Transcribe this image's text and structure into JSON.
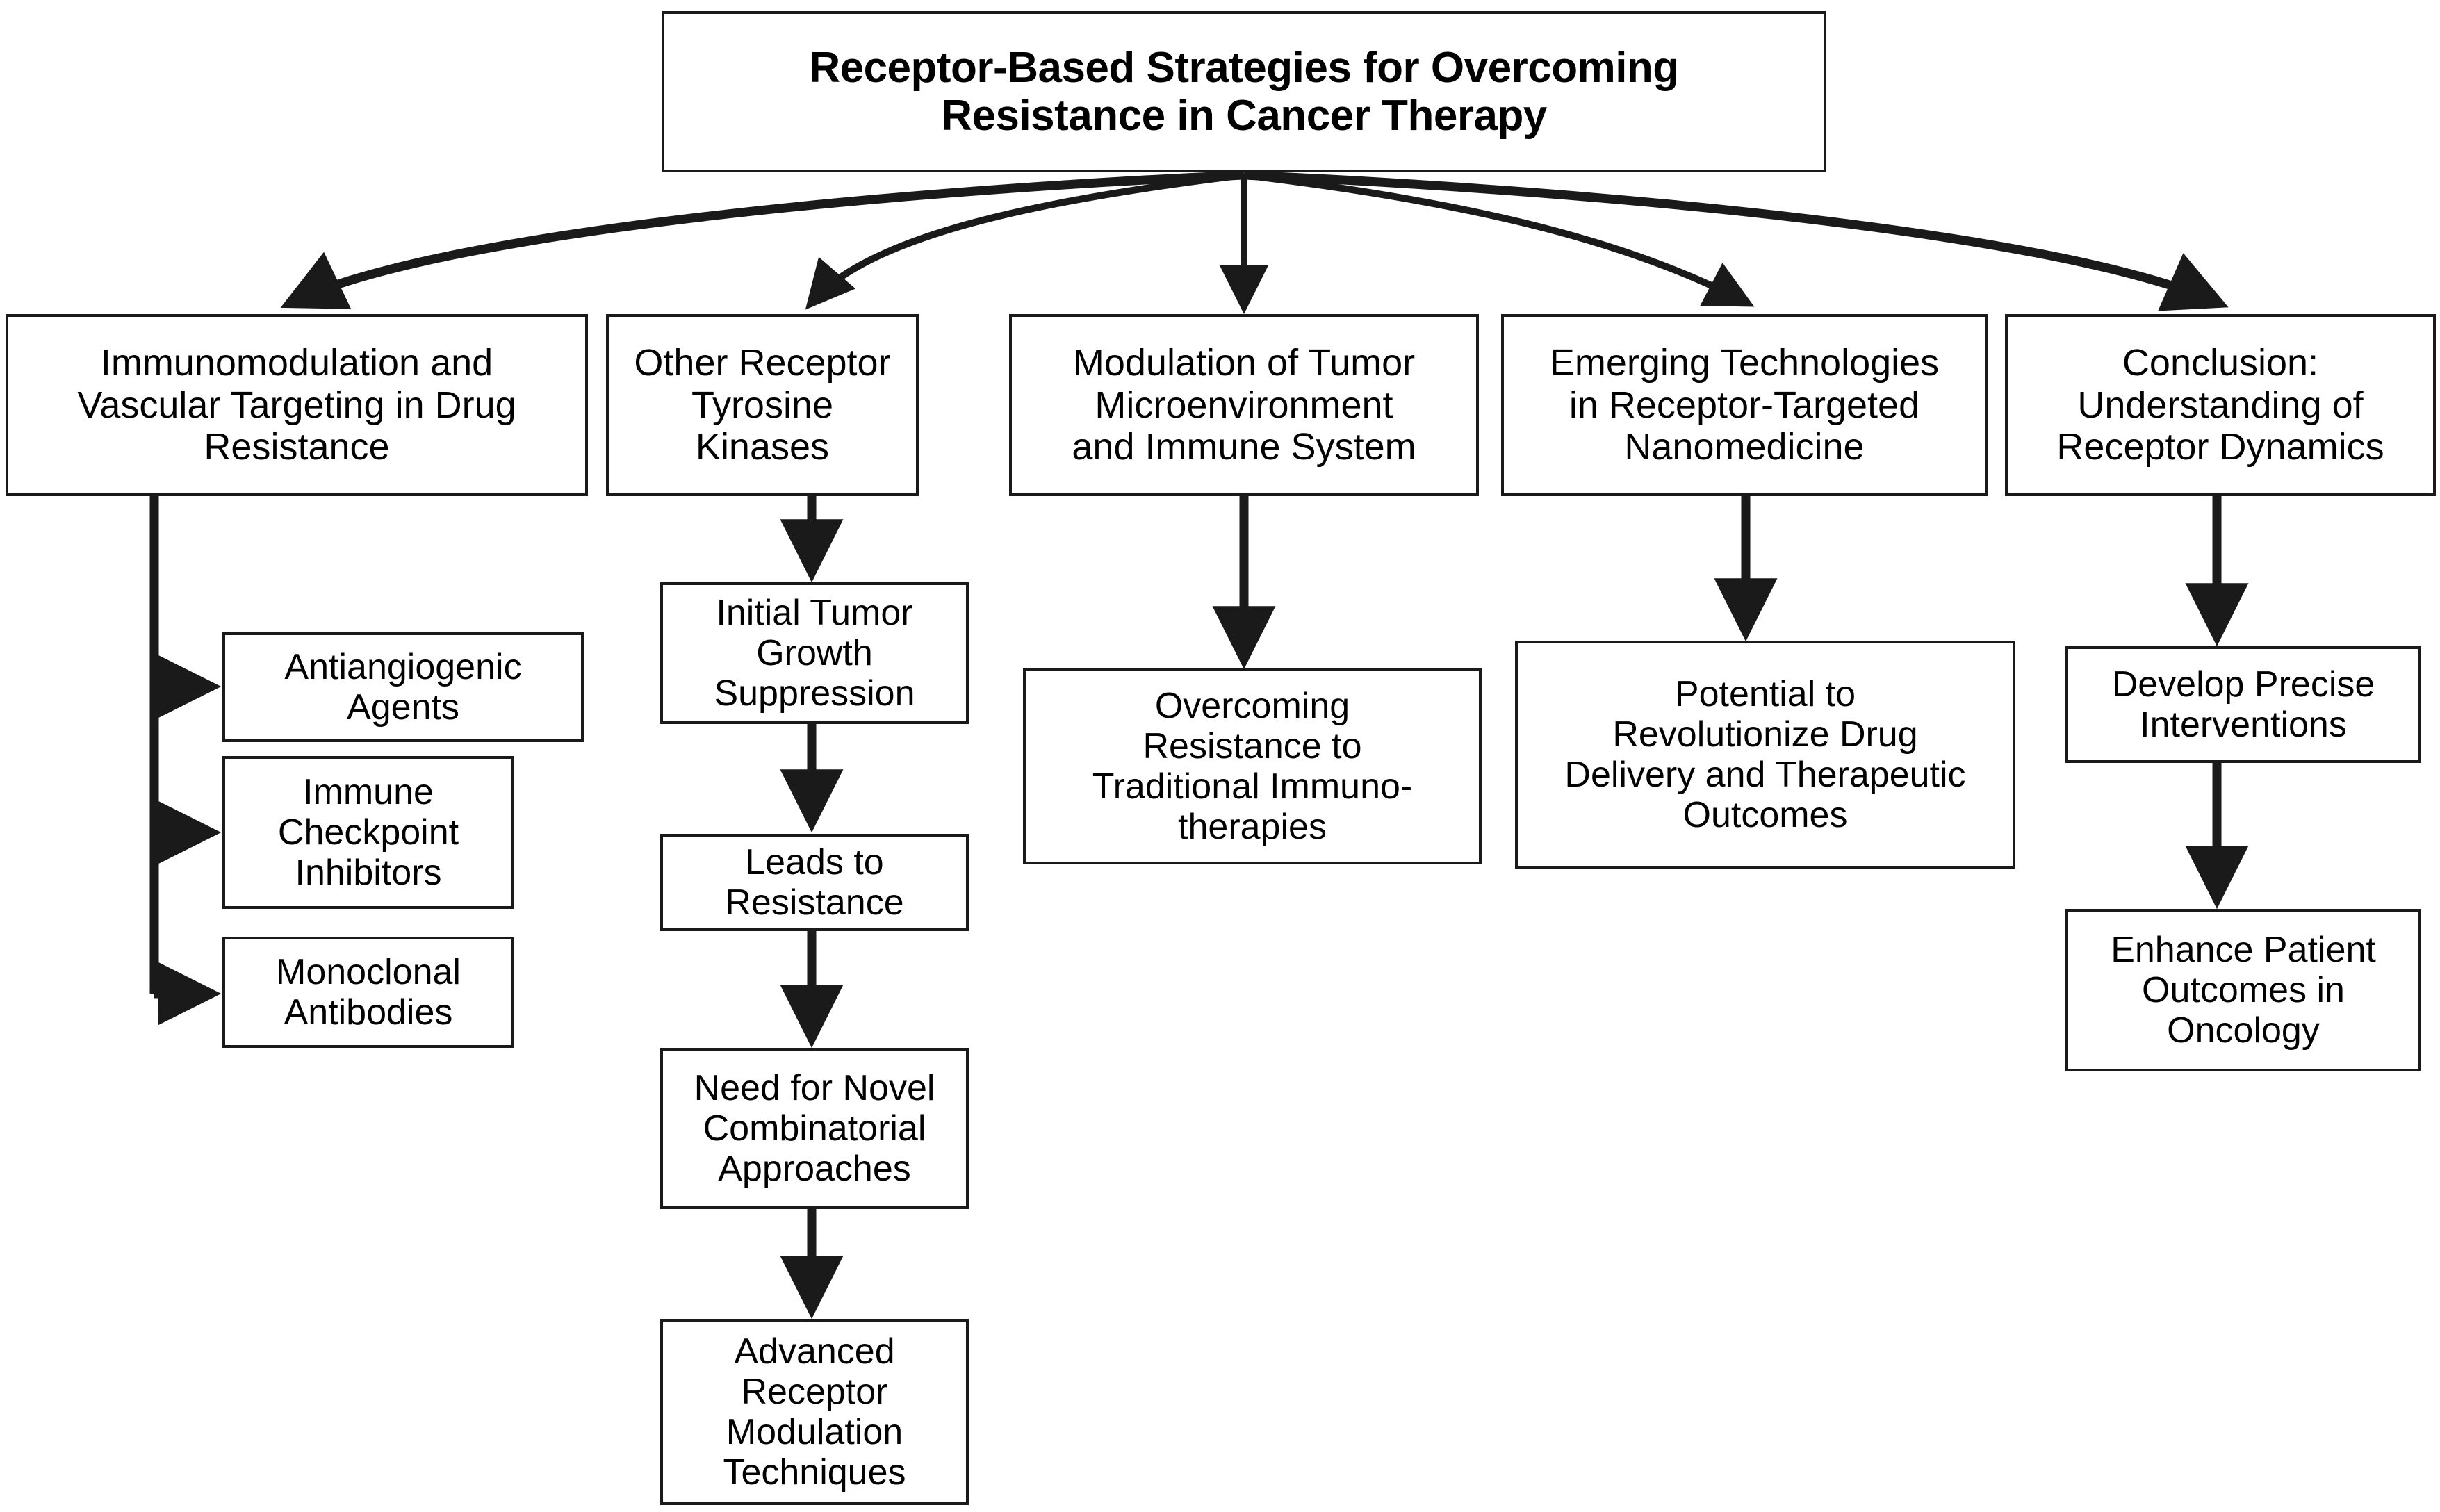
{
  "diagram": {
    "title_node": {
      "label": "Receptor-Based Strategies for Overcoming\nResistance in Cancer Therapy"
    },
    "branches": [
      {
        "label": "Immunomodulation and\nVascular Targeting in Drug\nResistance"
      },
      {
        "label": "Other Receptor\nTyrosine\nKinases"
      },
      {
        "label": "Modulation of Tumor\nMicroenvironment\nand Immune System"
      },
      {
        "label": "Emerging Technologies\nin Receptor-Targeted\nNanomedicine"
      },
      {
        "label": "Conclusion:\nUnderstanding of\nReceptor Dynamics"
      }
    ],
    "column1_items": [
      {
        "label": "Antiangiogenic\nAgents"
      },
      {
        "label": "Immune\nCheckpoint\nInhibitors"
      },
      {
        "label": "Monoclonal\nAntibodies"
      }
    ],
    "column2_chain": [
      {
        "label": "Initial Tumor\nGrowth\nSuppression"
      },
      {
        "label": "Leads to\nResistance"
      },
      {
        "label": "Need for Novel\nCombinatorial\nApproaches"
      },
      {
        "label": "Advanced\nReceptor\nModulation\nTechniques"
      }
    ],
    "column3_items": [
      {
        "label": "Overcoming\nResistance to\nTraditional Immuno-\ntherapies"
      }
    ],
    "column4_items": [
      {
        "label": "Potential to\nRevolutionize Drug\nDelivery and Therapeutic\nOutcomes"
      }
    ],
    "column5_chain": [
      {
        "label": "Develop Precise\nInterventions"
      },
      {
        "label": "Enhance Patient\nOutcomes in\nOncology"
      }
    ],
    "colors": {
      "stroke": "#1a1a1a",
      "fill": "#ffffff",
      "text": "#000000"
    }
  }
}
